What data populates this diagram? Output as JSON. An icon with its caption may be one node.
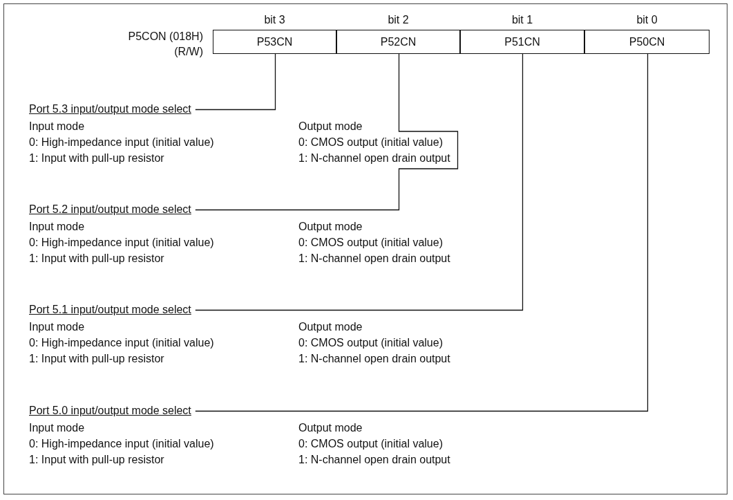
{
  "diagram": {
    "nodes": [
      {
        "text": [
          "P53CN"
        ],
        "beside": [
          "bit 3"
        ]
      },
      {
        "text": [
          "P52CN"
        ],
        "beside": [
          "bit 2"
        ]
      },
      {
        "text": [
          "P51CN"
        ],
        "beside": [
          "bit 1"
        ]
      },
      {
        "text": [
          "P50CN"
        ],
        "beside": [
          "bit 0"
        ]
      },
      {
        "text": [
          "Port 5.3 input/output mode select"
        ]
      },
      {
        "text": [
          "Port 5.2 input/output mode select"
        ]
      },
      {
        "text": [
          "Port 5.1 input/output mode select"
        ]
      },
      {
        "text": [
          "Port 5.0 input/output mode select"
        ]
      }
    ],
    "edges": [
      {
        "from": 4,
        "to": 0,
        "arrow": "none"
      },
      {
        "from": 5,
        "to": 1,
        "arrow": "none"
      },
      {
        "from": 6,
        "to": 2,
        "arrow": "none"
      },
      {
        "from": 7,
        "to": 3,
        "arrow": "none"
      }
    ],
    "labels": [
      "P5CON (018H)",
      "(R/W)",
      "Input mode",
      "Output mode",
      "0: High-impedance input (initial value)",
      "0: CMOS output (initial value)",
      "1: Input with pull-up resistor",
      "1: N-channel open drain output",
      "Input mode",
      "Output mode",
      "0: High-impedance input (initial value)",
      "0: CMOS output (initial value)",
      "1: Input with pull-up resistor",
      "1: N-channel open drain output",
      "Input mode",
      "Output mode",
      "0: High-impedance input (initial value)",
      "0: CMOS output (initial value)",
      "1: Input with pull-up resistor",
      "1: N-channel open drain output",
      "Input mode",
      "Output mode",
      "0: High-impedance input (initial value)",
      "0: CMOS output (initial value)",
      "1: Input with pull-up resistor",
      "1: N-channel open drain output"
    ]
  }
}
